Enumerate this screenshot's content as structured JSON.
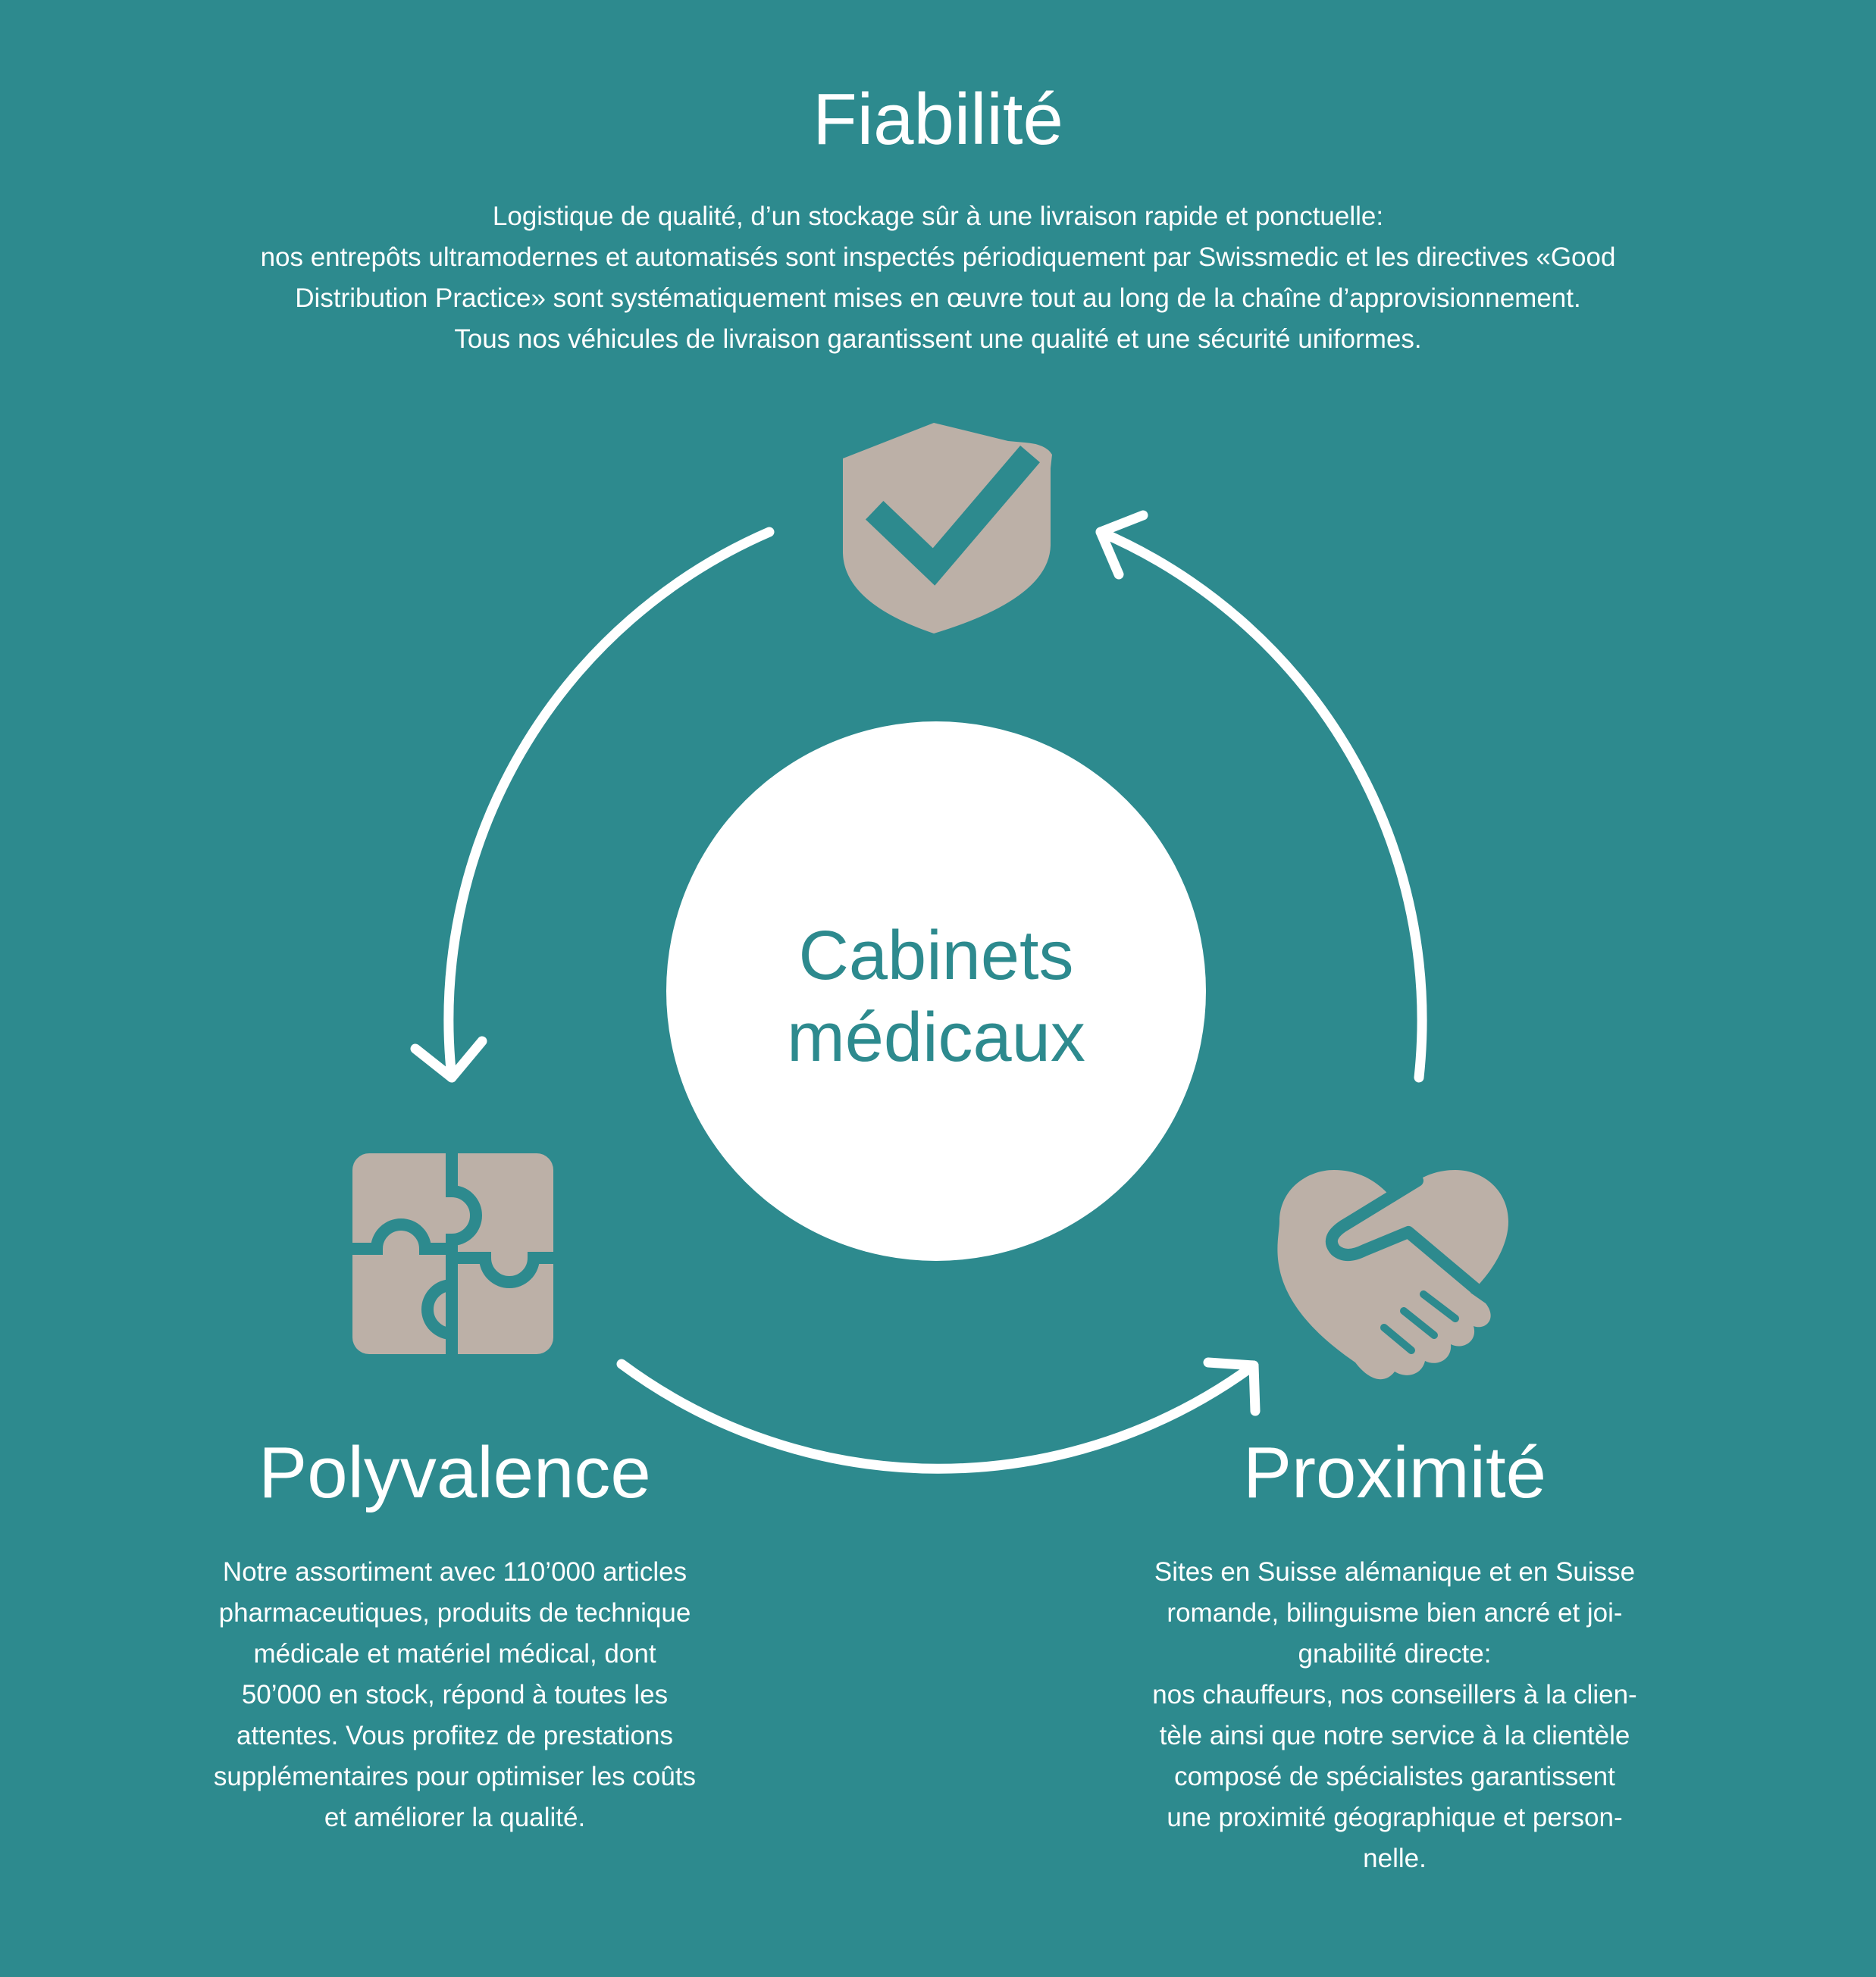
{
  "center": {
    "line1": "Cabinets",
    "line2": "médicaux"
  },
  "sections": {
    "top": {
      "title": "Fiabilité",
      "icon": "shield-check-icon",
      "lines": [
        "Logistique de qualité, d’un stockage sûr à une livraison rapide et ponctuelle:",
        "nos entrepôts ultramodernes et automatisés sont inspectés périodiquement par Swissmedic et les directives «Good",
        "Distribution Practice» sont systématiquement mises en œuvre tout au long de la chaîne d’approvisionnement.",
        "Tous nos véhicules de livraison garantissent une qualité et une sécurité uniformes."
      ]
    },
    "left": {
      "title": "Polyvalence",
      "icon": "puzzle-icon",
      "lines": [
        "Notre assortiment avec 110’000 articles",
        "pharmaceutiques, produits de technique",
        "médicale et matériel médical, dont",
        "50’000 en stock, répond à toutes les",
        "attentes. Vous profitez de prestations",
        "supplémentaires pour optimiser les coûts",
        "et améliorer la qualité."
      ]
    },
    "right": {
      "title": "Proximité",
      "icon": "handshake-heart-icon",
      "lines": [
        "Sites en Suisse alémanique et en Suisse",
        "romande, bilinguisme bien ancré et joi-",
        "gnabilité directe:",
        "nos chauffeurs, nos conseillers à la clien-",
        "tèle ainsi que notre service à la clientèle",
        "composé de spécialistes garantissent",
        "une proximité géographique et person-",
        "nelle."
      ]
    }
  },
  "colors": {
    "background": "#2d8a8e",
    "icon": "#bcb0a7",
    "text": "#ffffff",
    "center_text": "#2d8a8e"
  }
}
